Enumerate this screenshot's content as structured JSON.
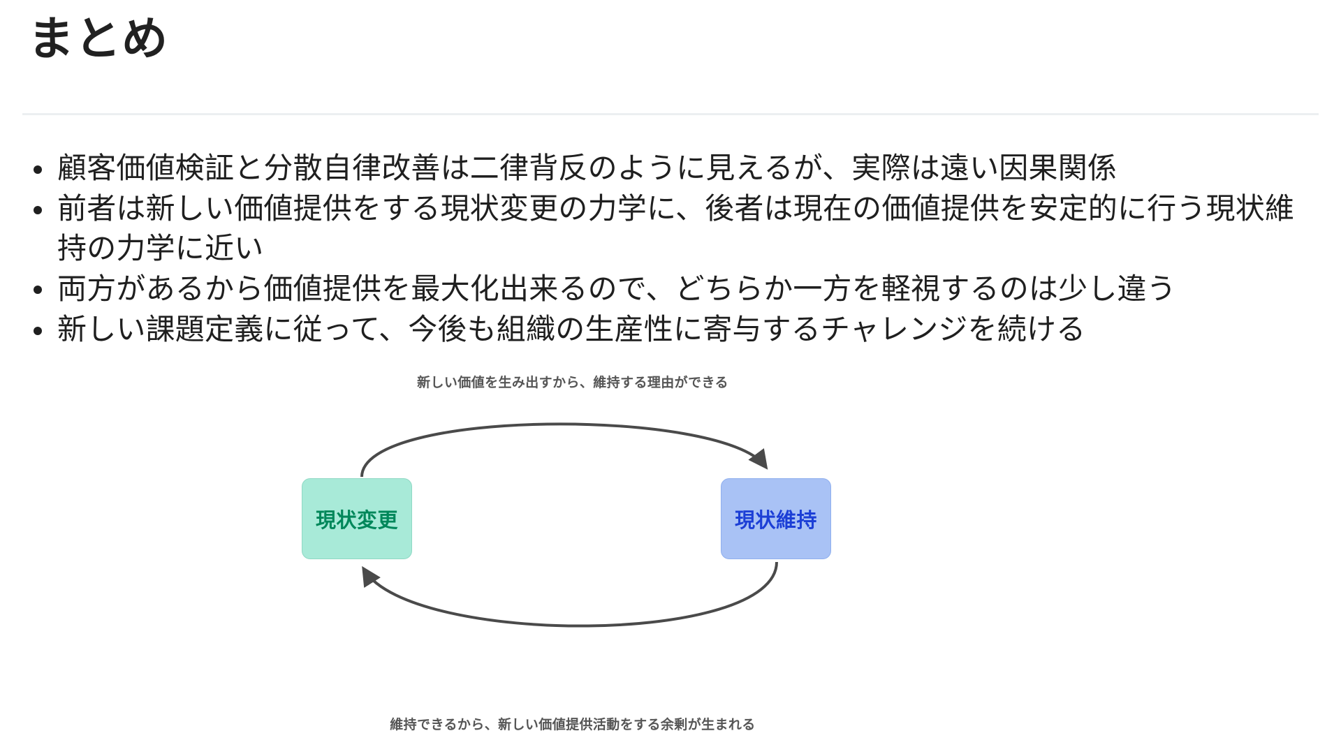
{
  "slide": {
    "title": "まとめ",
    "bullets": [
      "顧客価値検証と分散自律改善は二律背反のように見えるが、実際は遠い因果関係",
      "前者は新しい価値提供をする現状変更の力学に、後者は現在の価値提供を安定的に行う現状維持の力学に近い",
      "両方があるから価値提供を最大化出来るので、どちらか一方を軽視するのは少し違う",
      "新しい課題定義に従って、今後も組織の生産性に寄与するチャレンジを続ける"
    ],
    "diagram": {
      "caption_top": "新しい価値を生み出すから、維持する理由ができる",
      "caption_bottom": "維持できるから、新しい価値提供活動をする余剰が生まれる",
      "nodes": [
        {
          "id": "change",
          "label": "現状変更",
          "fill": "#a8ead8",
          "text_color": "#00875a"
        },
        {
          "id": "keep",
          "label": "現状維持",
          "fill": "#a9c2f5",
          "text_color": "#1c3fd6"
        }
      ],
      "arrow_color": "#4a4a4a"
    }
  },
  "colors": {
    "background": "#ffffff",
    "title_text": "#212121",
    "body_text": "#1f1f1f",
    "rule": "#eceff1",
    "caption_text": "#555555"
  }
}
